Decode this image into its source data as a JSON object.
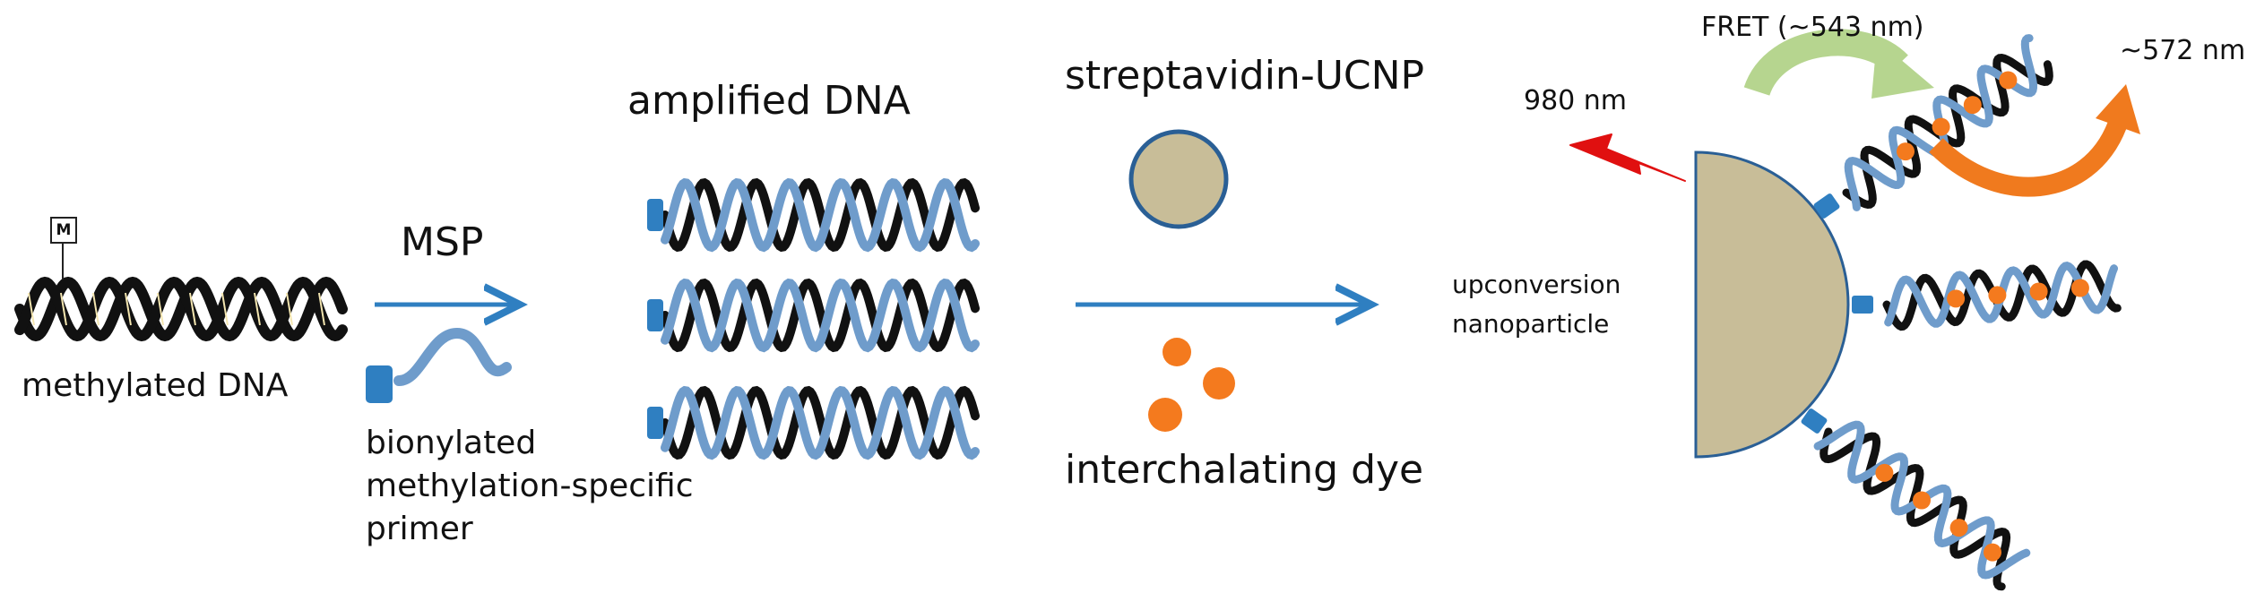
{
  "labels": {
    "methylated_dna": "methylated DNA",
    "methyl_marker": "M",
    "msp": "MSP",
    "primer_line1": "bionylated",
    "primer_line2": "methylation-specific",
    "primer_line3": "primer",
    "amplified_dna": "amplified DNA",
    "streptavidin_ucnp": "streptavidin-UCNP",
    "interchalating_dye": "interchalating dye",
    "excitation": "980 nm",
    "fret": "FRET (~543 nm)",
    "emission": "~572 nm",
    "ucnp_line1": "upconversion",
    "ucnp_line2": "nanoparticle"
  },
  "colors": {
    "dna_black": "#111111",
    "dna_blue": "#6f9ccb",
    "biotin_blue": "#2f7fc1",
    "arrow_blue": "#2f7fc1",
    "nanoparticle_fill": "#c8bd98",
    "nanoparticle_stroke": "#2a5f95",
    "dye_orange": "#f47a1e",
    "laser_red": "#e01010",
    "fret_green": "#b6d58f",
    "emission_orange": "#f07a1e"
  },
  "icons": {
    "laser": "lightning-bolt-icon",
    "biotin": "biotin-tag-icon",
    "dye": "dye-molecule-icon"
  }
}
